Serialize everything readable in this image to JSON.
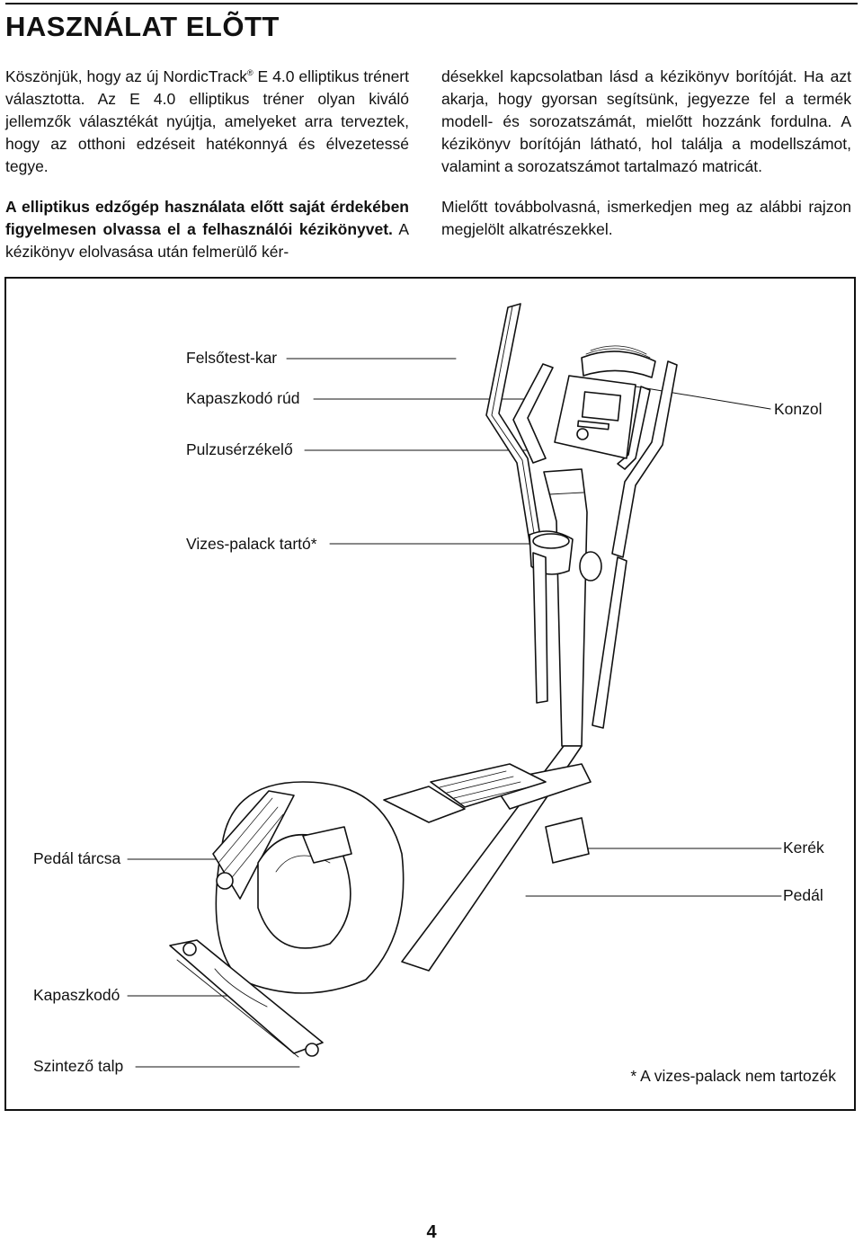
{
  "header": {
    "title": "HASZNÁLAT ELÕTT"
  },
  "intro": {
    "brand": "NordicTrack",
    "registered": "®",
    "p1_before": "Köszönjük, hogy az új ",
    "p1_after": " E 4.0 elliptikus trénert választotta. Az E 4.0 elliptikus tréner olyan kiváló jellemzők választékát nyújtja, amelyeket arra terveztek, hogy az otthoni edzéseit hatékonnyá és élvezetessé tegye.",
    "p2_bold": "A elliptikus edzőgép használata előtt saját érdekében figyelmesen olvassa el a felhasználói kézikönyvet.",
    "p2_rest": " A kézikönyv elolvasása után felmerülő kérdésekkel kapcsolatban lásd a kézikönyv borítóját. Ha azt akarja, hogy gyorsan segítsünk, jegyezze fel a termék modell- és sorozatszámát, mielőtt hozzánk fordulna. A kézikönyv borítóján látható, hol találja a modellszámot, valamint a sorozatszámot tartalmazó matricát.",
    "p3": "Mielőtt továbbolvasná, ismerkedjen meg az alábbi rajzon megjelölt alkatrészekkel."
  },
  "diagram": {
    "labels": {
      "upper_arm": "Felsőtest-kar",
      "handrail": "Kapaszkodó rúd",
      "pulse": "Pulzusérzékelő",
      "bottle": "Vizes-palack tartó*",
      "console": "Konzol",
      "pedal_disc": "Pedál tárcsa",
      "wheel": "Kerék",
      "pedal": "Pedál",
      "grip": "Kapaszkodó",
      "leveler": "Szintező talp"
    },
    "footnote": "* A vizes-palack nem tartozék"
  },
  "footer": {
    "page_number": "4"
  }
}
